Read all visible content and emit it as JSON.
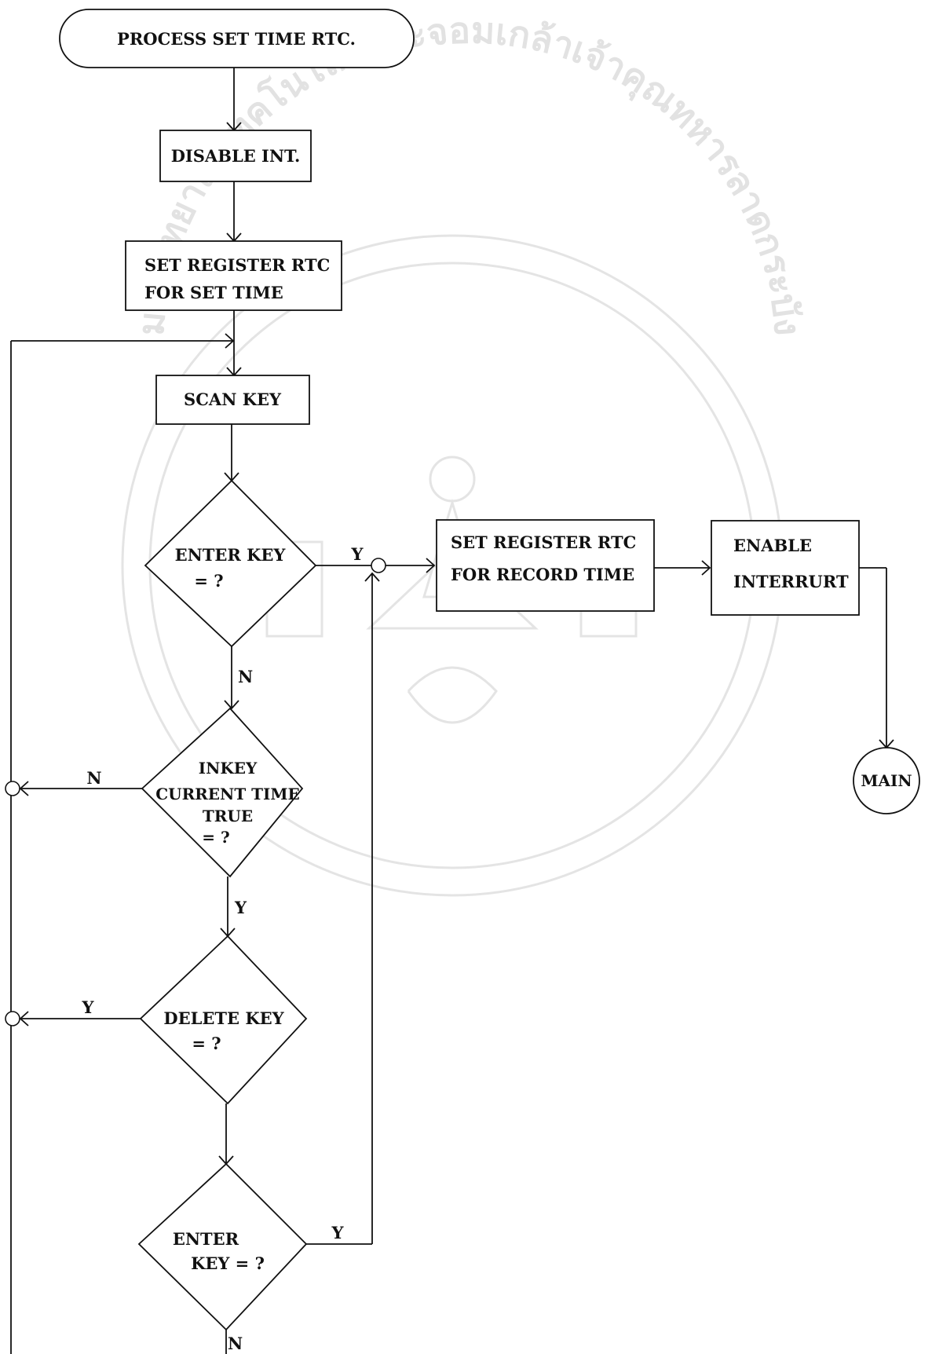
{
  "nodes": {
    "start": "PROCESS SET TIME RTC.",
    "disable_int": "DISABLE INT.",
    "set_register_1": "SET REGISTER RTC",
    "set_register_2": "FOR SET TIME",
    "scan_key": "SCAN KEY",
    "enter_key_1": "ENTER KEY",
    "enter_key_2": "= ?",
    "inkey_1": "INKEY",
    "inkey_2": "CURRENT TIME",
    "inkey_3": "TRUE",
    "inkey_4": "= ?",
    "delete_key_1": "DELETE KEY",
    "delete_key_2": "= ?",
    "enter_key2_1": "ENTER",
    "enter_key2_2": "KEY = ?",
    "record_time_1": "SET REGISTER RTC",
    "record_time_2": "FOR RECORD TIME",
    "enable_int_1": "ENABLE",
    "enable_int_2": "INTERRURT",
    "main": "MAIN"
  },
  "edge_labels": {
    "enter_key_yes": "Y",
    "enter_key_no": "N",
    "inkey_no": "N",
    "inkey_yes": "Y",
    "delete_yes": "Y",
    "enter_key2_yes": "Y",
    "enter_key2_no": "N"
  },
  "watermark": {
    "arc_text": "มหาวิทยาลัยเทคโนโลยีพระจอมเกล้าเจ้าคุณทหารลาดกระบัง"
  }
}
